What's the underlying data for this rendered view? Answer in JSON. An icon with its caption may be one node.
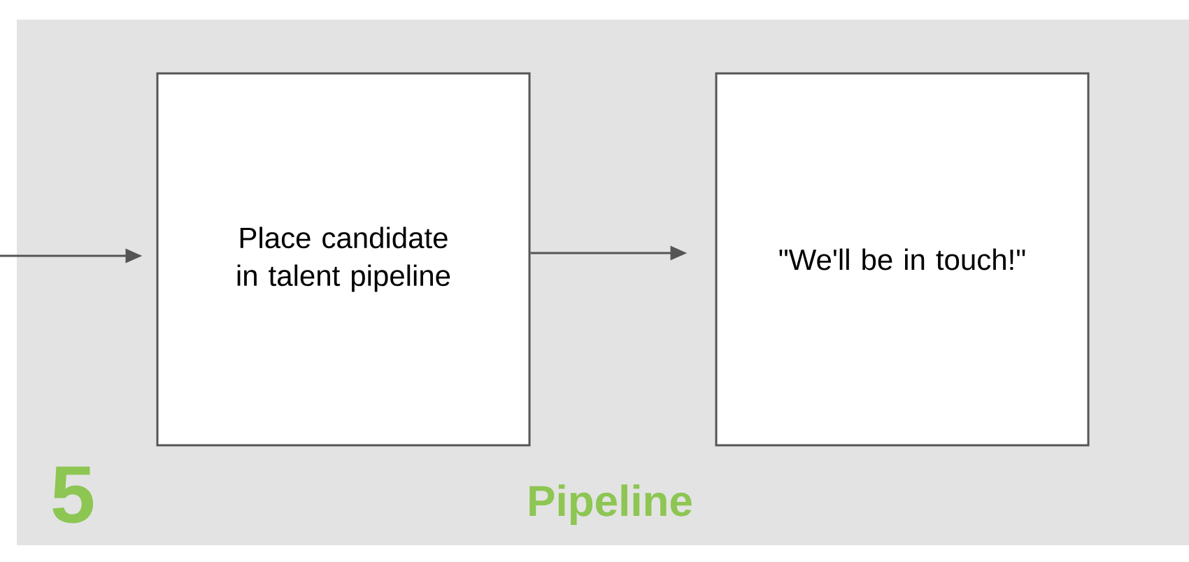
{
  "diagram": {
    "title": "Pipeline",
    "nodes": [
      {
        "text": [
          "Place candidate in talent pipeline"
        ]
      },
      {
        "text": [
          "\"We'll be in touch!\""
        ]
      }
    ],
    "edges": [
      {
        "from": null,
        "to": 0,
        "arrow": "to"
      },
      {
        "from": 0,
        "to": 1,
        "arrow": "to"
      }
    ],
    "labels": [
      "5"
    ]
  }
}
